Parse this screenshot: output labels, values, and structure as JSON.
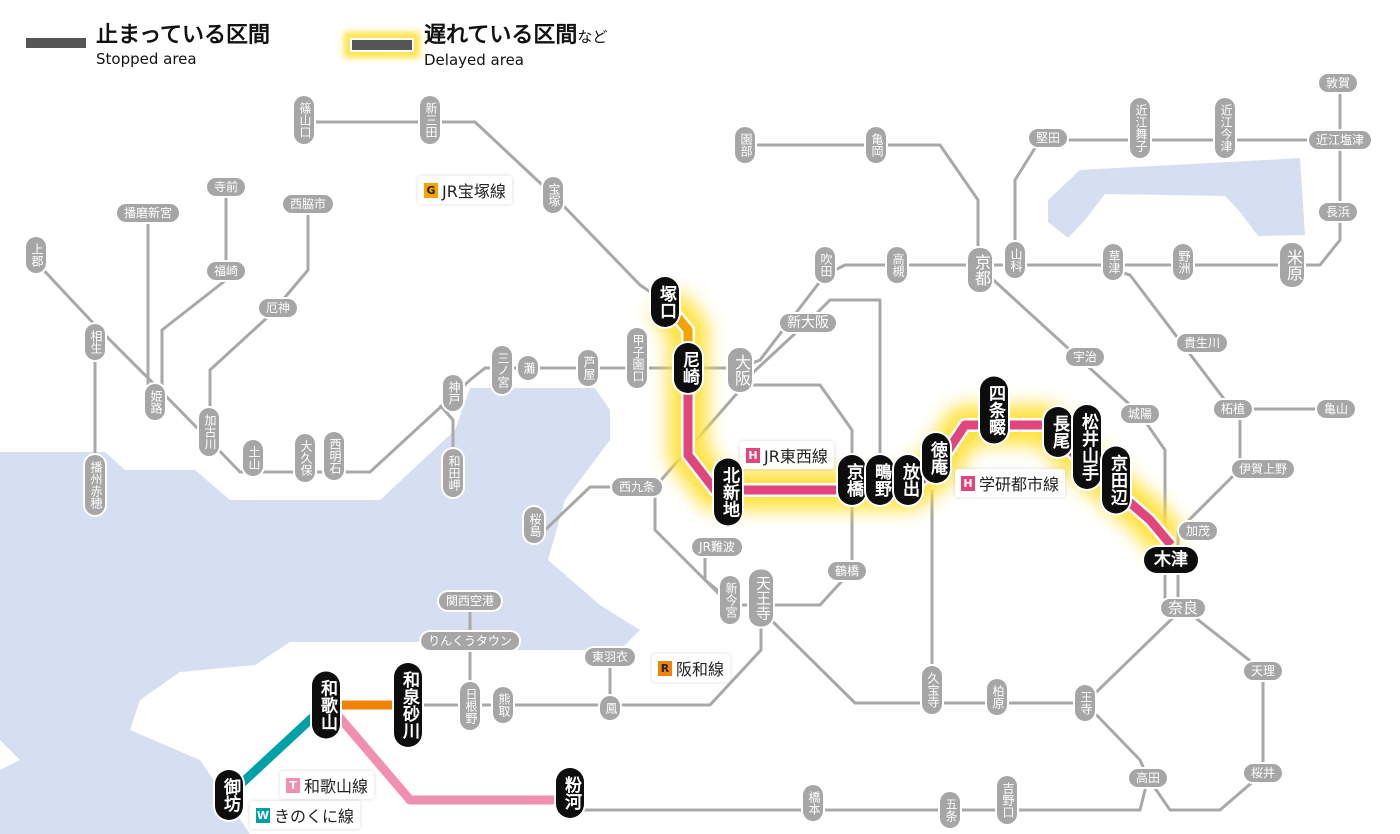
{
  "legend": {
    "stopped": {
      "jp": "止まっている区間",
      "en": "Stopped area"
    },
    "delayed": {
      "jp": "遅れている区間",
      "jp_suffix": "など",
      "en": "Delayed area"
    }
  },
  "line_labels": [
    {
      "badge": "G",
      "name": "JR宝塚線",
      "color": "#f5a300"
    },
    {
      "badge": "H",
      "name": "JR東西線",
      "color": "#e0457b"
    },
    {
      "badge": "H",
      "name": "学研都市線",
      "color": "#e0457b"
    },
    {
      "badge": "R",
      "name": "阪和線",
      "color": "#f08300"
    },
    {
      "badge": "T",
      "name": "和歌山線",
      "color": "#f08fb2"
    },
    {
      "badge": "W",
      "name": "きのくに線",
      "color": "#00a0a8"
    }
  ],
  "stations": [
    "篠山口",
    "新三田",
    "宝塚",
    "寺前",
    "播磨新宮",
    "西脇市",
    "上郡",
    "福崎",
    "厄神",
    "相生",
    "姫路",
    "加古川",
    "土山",
    "大久保",
    "西明石",
    "神戸",
    "和田岬",
    "播州赤穂",
    "三ノ宮",
    "灘",
    "芦屋",
    "甲子園口",
    "大阪",
    "新大阪",
    "吹田",
    "高槻",
    "京都",
    "山科",
    "園部",
    "亀岡",
    "堅田",
    "近江舞子",
    "近江今津",
    "敦賀",
    "近江塩津",
    "長浜",
    "草津",
    "野洲",
    "米原",
    "宇治",
    "貴生川",
    "城陽",
    "柘植",
    "亀山",
    "伊賀上野",
    "加茂",
    "西九条",
    "桜島",
    "JR難波",
    "新今宮",
    "天王寺",
    "鶴橋",
    "関西空港",
    "りんくうタウン",
    "東羽衣",
    "日根野",
    "熊取",
    "鳳",
    "奈良",
    "天理",
    "久宝寺",
    "柏原",
    "王寺",
    "高田",
    "桜井",
    "橋本",
    "五条",
    "吉野口"
  ],
  "affected_stations": [
    "塚口",
    "尼崎",
    "北新地",
    "京橋",
    "鴫野",
    "放出",
    "徳庵",
    "四条畷",
    "長尾",
    "松井山手",
    "京田辺",
    "木津",
    "和歌山",
    "和泉砂川",
    "御坊",
    "粉河"
  ],
  "colors": {
    "line_gray": "#a8a8a8",
    "water": "#d6dff2",
    "delay_glow": "#ffe23c",
    "delay_line": "#e0457b",
    "takarazuka": "#f5a300",
    "hanwa": "#f08300",
    "wakayama": "#f08fb2",
    "kinokuni": "#00a0a8"
  }
}
